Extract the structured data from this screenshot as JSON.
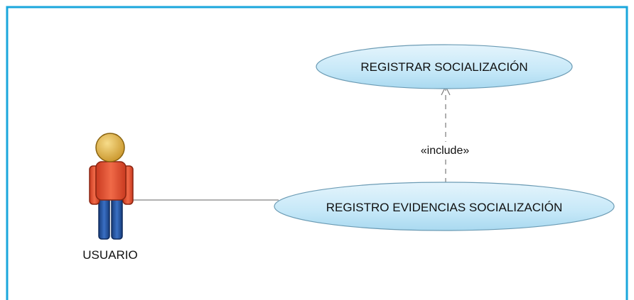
{
  "diagram": {
    "actor": {
      "name": "USUARIO"
    },
    "use_cases": [
      {
        "id": "registrar",
        "label": "REGISTRAR SOCIALIZACIÓN"
      },
      {
        "id": "registro",
        "label": "REGISTRO EVIDENCIAS SOCIALIZACIÓN"
      }
    ],
    "relationships": [
      {
        "type": "association",
        "from": "USUARIO",
        "to": "REGISTRO EVIDENCIAS SOCIALIZACIÓN"
      },
      {
        "type": "include",
        "label": "«include»",
        "from": "REGISTRO EVIDENCIAS SOCIALIZACIÓN",
        "to": "REGISTRAR SOCIALIZACIÓN"
      }
    ],
    "colors": {
      "frame_border": "#1aa7dc",
      "use_case_fill": "#c6e8f8",
      "use_case_stroke": "#6b9bb4",
      "actor_head": "#e8b84a",
      "actor_body": "#e8563a",
      "actor_legs": "#1f4e9a",
      "line": "#808080"
    }
  }
}
